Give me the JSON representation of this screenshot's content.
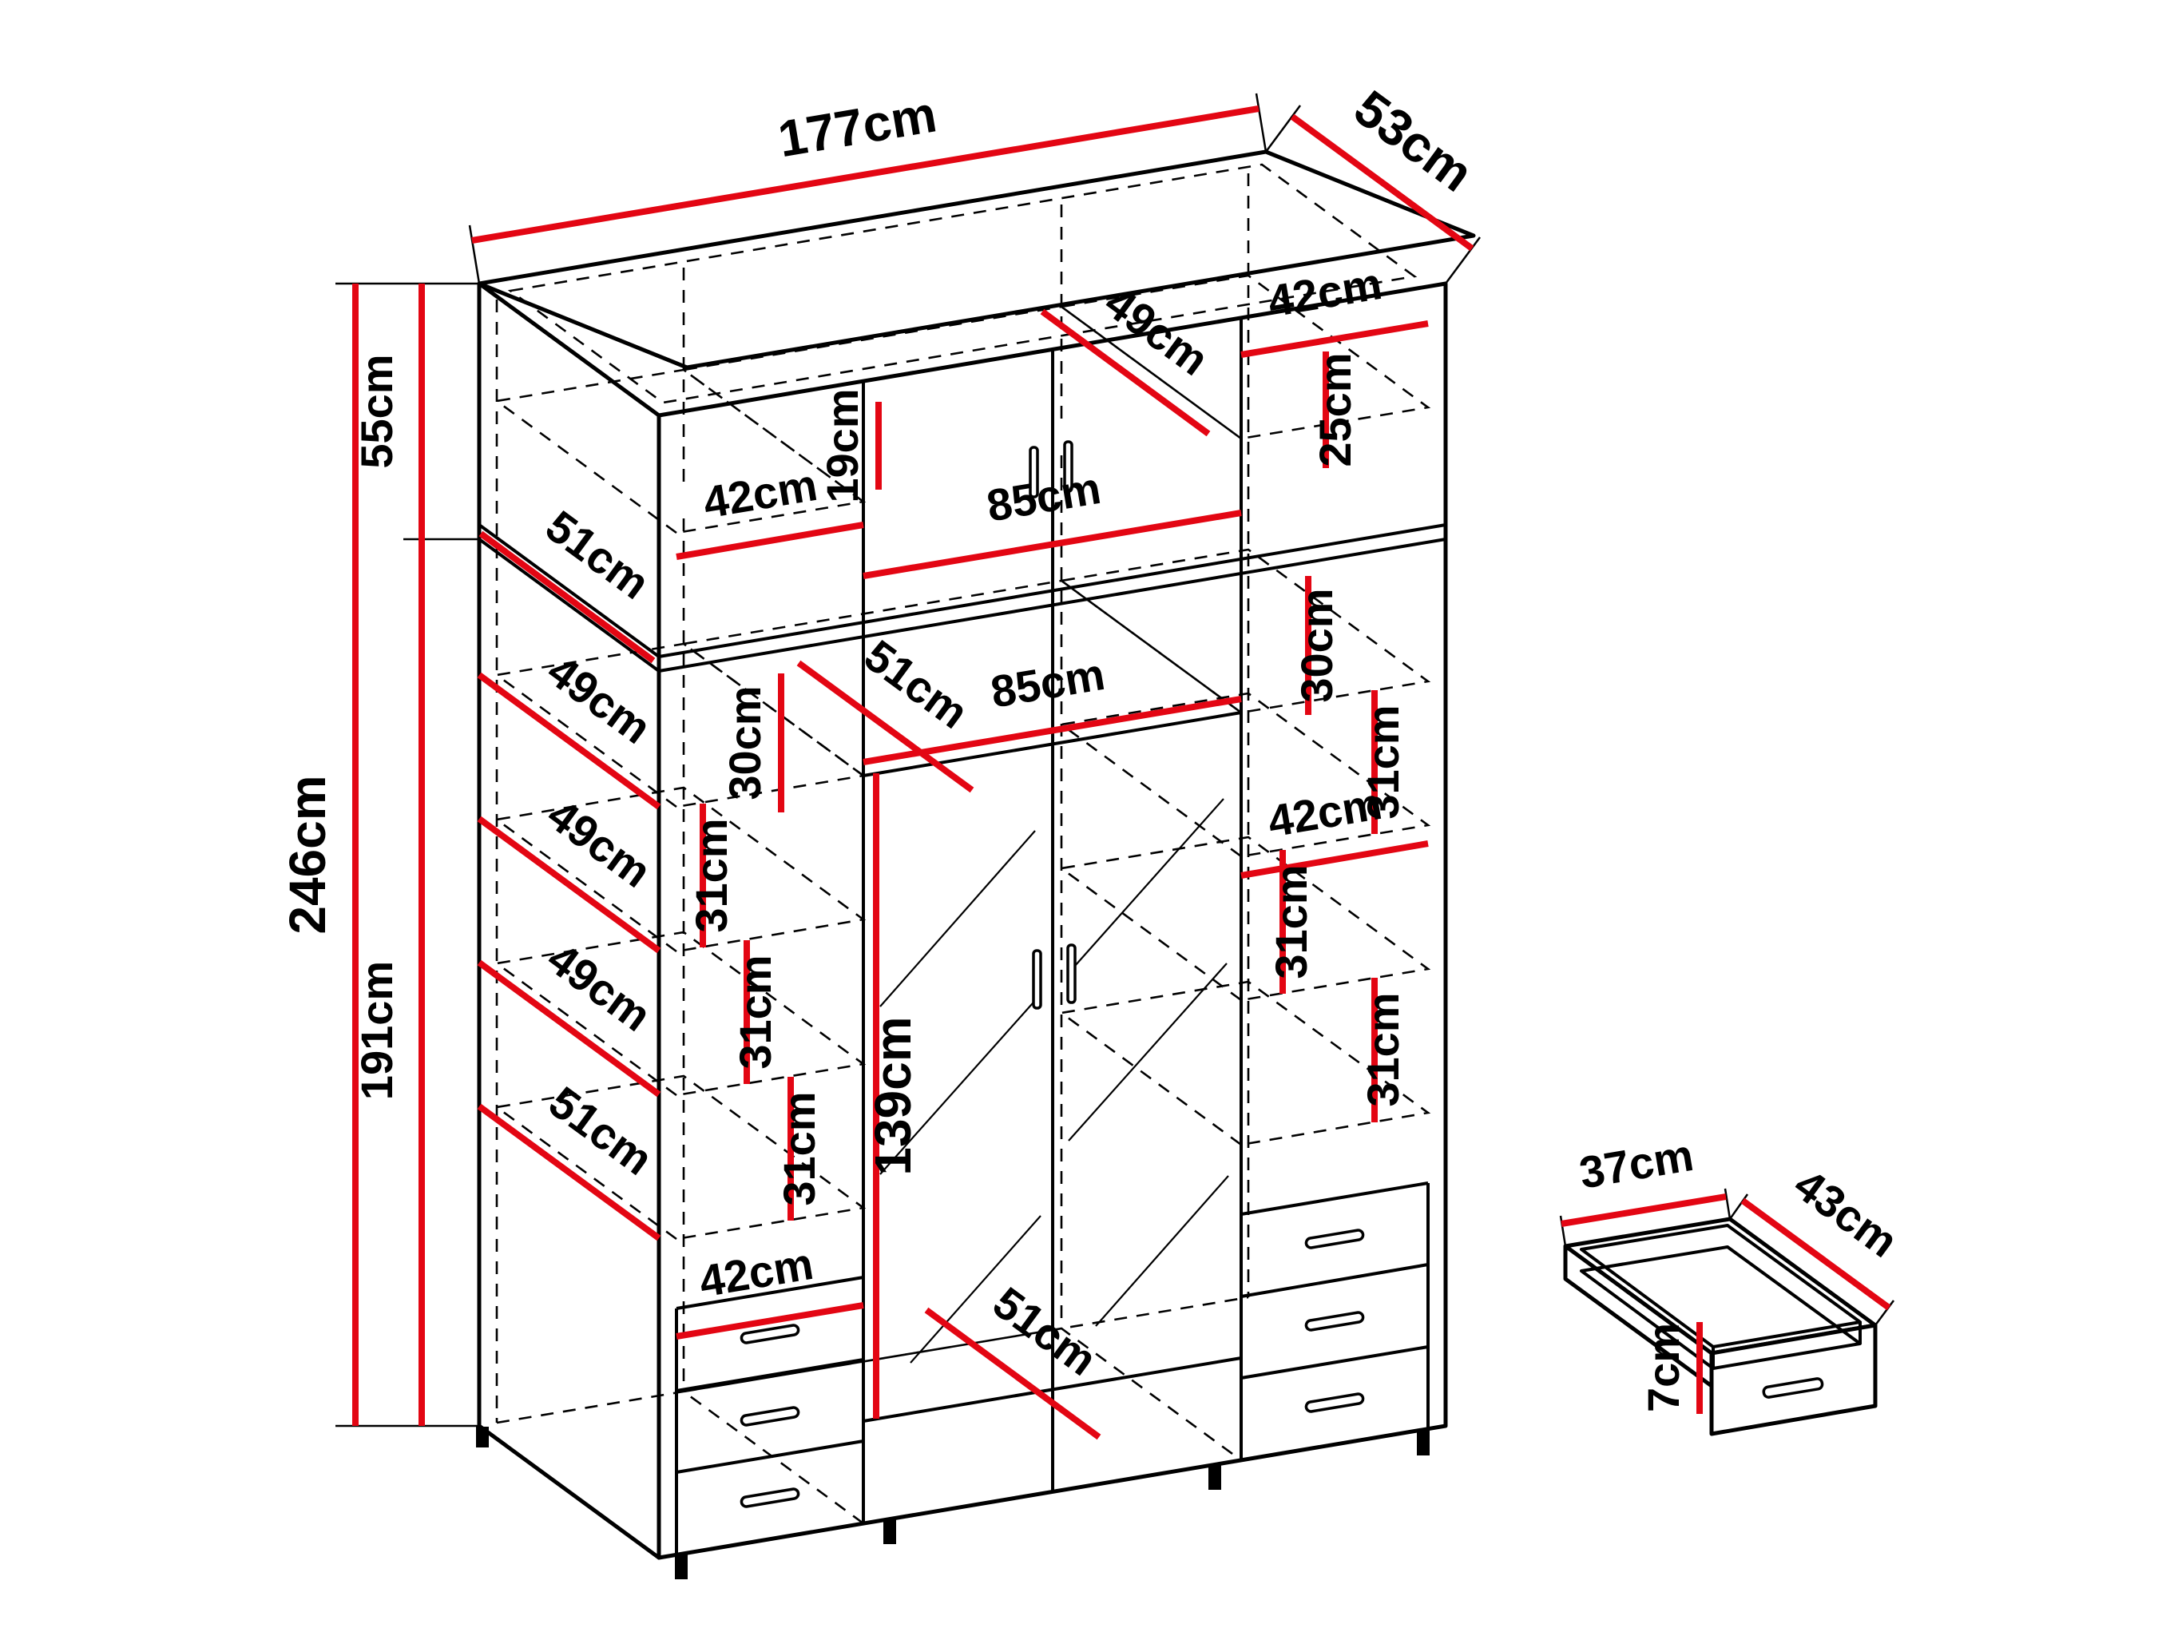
{
  "diagram": {
    "type": "furniture-dimension-drawing",
    "subject": "wardrobe-with-top-cabinet-and-drawer-detail",
    "unit": "cm",
    "colors": {
      "dimension_line": "#e30613",
      "outline": "#000000",
      "background": "#ffffff"
    },
    "wardrobe": {
      "overall_width": "177cm",
      "overall_depth": "53cm",
      "overall_height": "246cm",
      "top_section_height": "55cm",
      "main_section_height": "191cm"
    },
    "drawer_detail": {
      "width": "37cm",
      "depth": "43cm",
      "height": "7cm"
    },
    "labels": {
      "w177": "177cm",
      "d53": "53cm",
      "h246": "246cm",
      "h55": "55cm",
      "h191": "191cm",
      "top_depth49": "49cm",
      "top_width42_right": "42cm",
      "top_height25": "25cm",
      "top_width42_left": "42cm",
      "top_height19": "19cm",
      "top_width85": "85cm",
      "top_depth51": "51cm",
      "mid_depth51": "51cm",
      "mid_height30": "30cm",
      "mid_width85": "85cm",
      "right_height30": "30cm",
      "right_height31_a": "31cm",
      "right_width42": "42cm",
      "right_height31_b": "31cm",
      "right_height31_c": "31cm",
      "left_depth49_a": "49cm",
      "left_depth49_b": "49cm",
      "left_height31_a": "31cm",
      "left_depth49_c": "49cm",
      "left_height31_b": "31cm",
      "left_depth51": "51cm",
      "left_height31_c": "31cm",
      "left_width42": "42cm",
      "mirror_height139": "139cm",
      "bottom_depth51": "51cm",
      "drawer_width37": "37cm",
      "drawer_depth43": "43cm",
      "drawer_height7": "7cm"
    }
  }
}
